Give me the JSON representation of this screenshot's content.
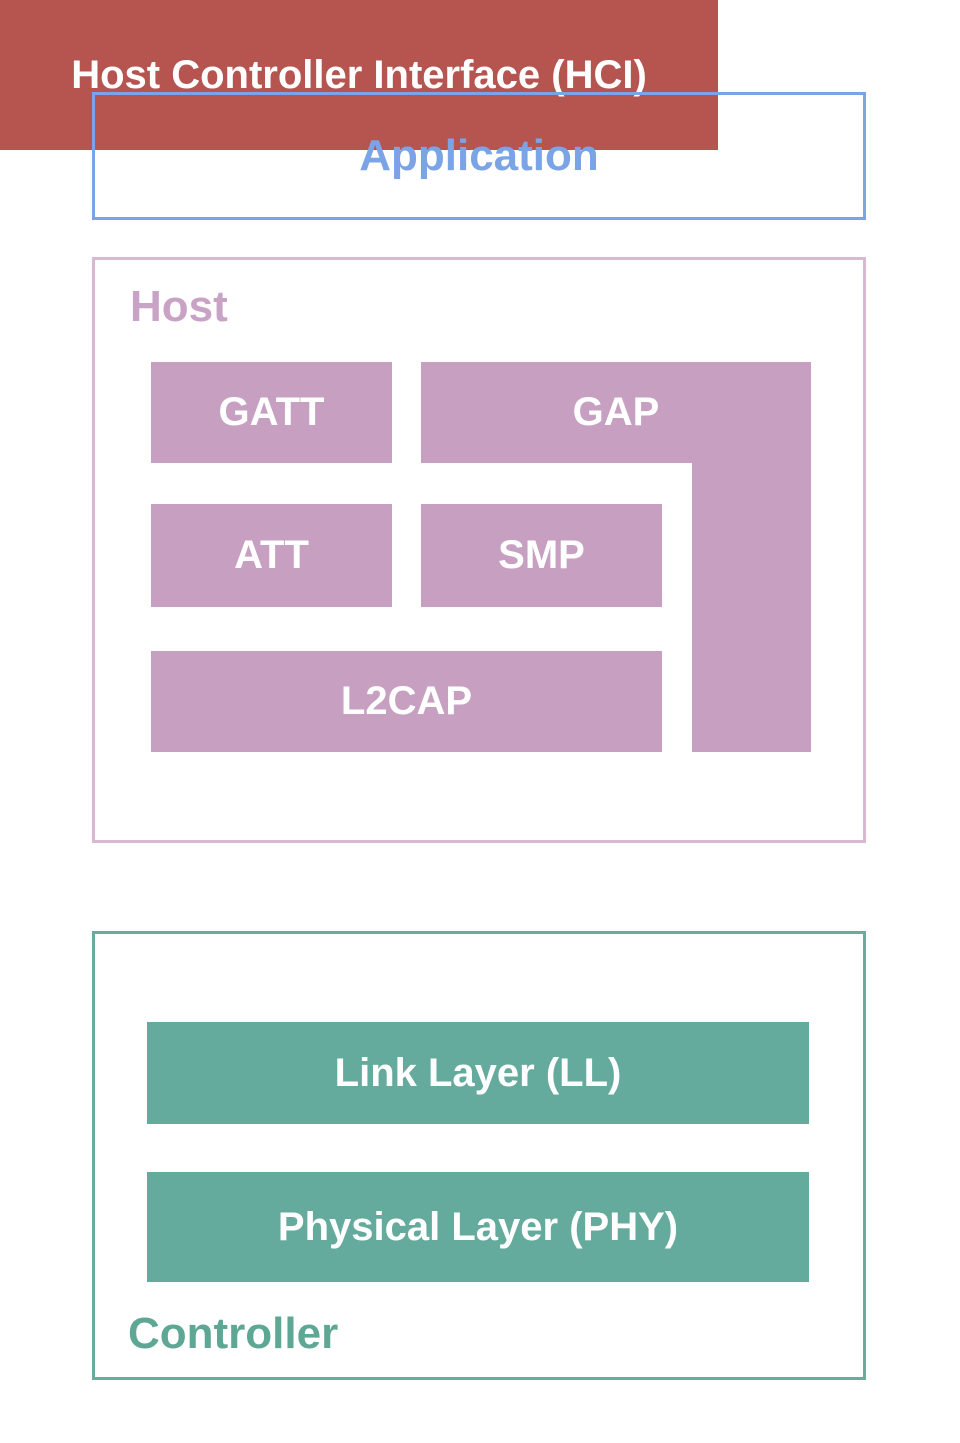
{
  "colors": {
    "app-blue": "#7BA4E6",
    "mauve": "#C7A0C1",
    "mauve-border": "#D9B8D2",
    "mauve-text": "#C9A3C5",
    "hci-red": "#B65550",
    "teal": "#65AB9D",
    "teal-border": "#68AC9E",
    "teal-text": "#5EA794",
    "block-text": "#FFFFFF"
  },
  "diagram": {
    "application": {
      "label": "Application"
    },
    "host": {
      "label": "Host",
      "blocks": [
        {
          "id": "gatt",
          "label": "GATT"
        },
        {
          "id": "gap",
          "label": "GAP"
        },
        {
          "id": "att",
          "label": "ATT"
        },
        {
          "id": "smp",
          "label": "SMP"
        },
        {
          "id": "l2cap",
          "label": "L2CAP"
        }
      ]
    },
    "hci": {
      "label": "Host Controller Interface (HCI)"
    },
    "controller": {
      "label": "Controller",
      "blocks": [
        {
          "id": "ll",
          "label": "Link Layer (LL)"
        },
        {
          "id": "phy",
          "label": "Physical Layer (PHY)"
        }
      ]
    }
  }
}
